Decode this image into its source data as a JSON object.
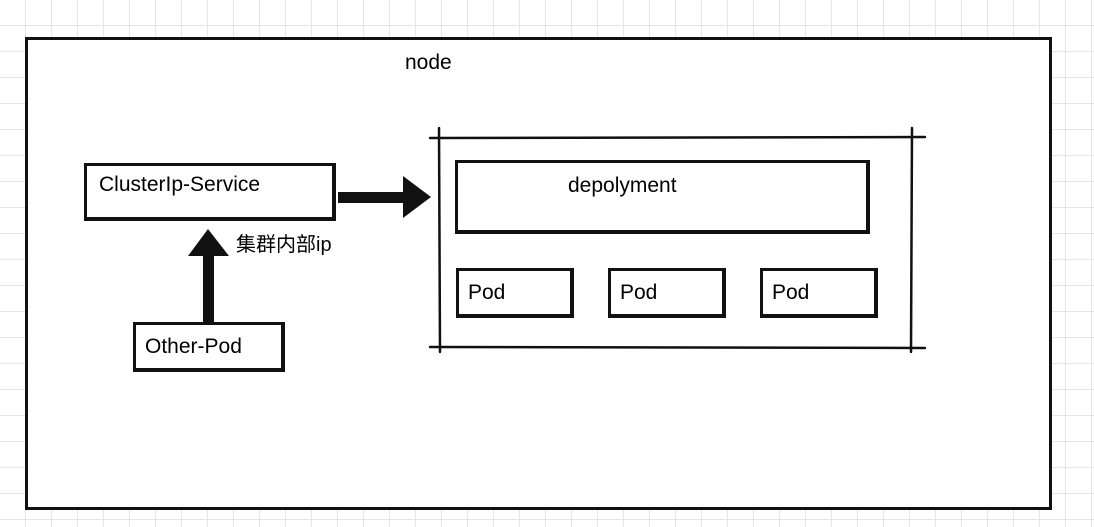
{
  "node": {
    "label": "node"
  },
  "service": {
    "label": "ClusterIp-Service"
  },
  "client": {
    "label": "Other-Pod"
  },
  "edge_label": "集群内部ip",
  "deployment": {
    "label": "depolyment"
  },
  "pods": [
    {
      "label": "Pod"
    },
    {
      "label": "Pod"
    },
    {
      "label": "Pod"
    }
  ]
}
